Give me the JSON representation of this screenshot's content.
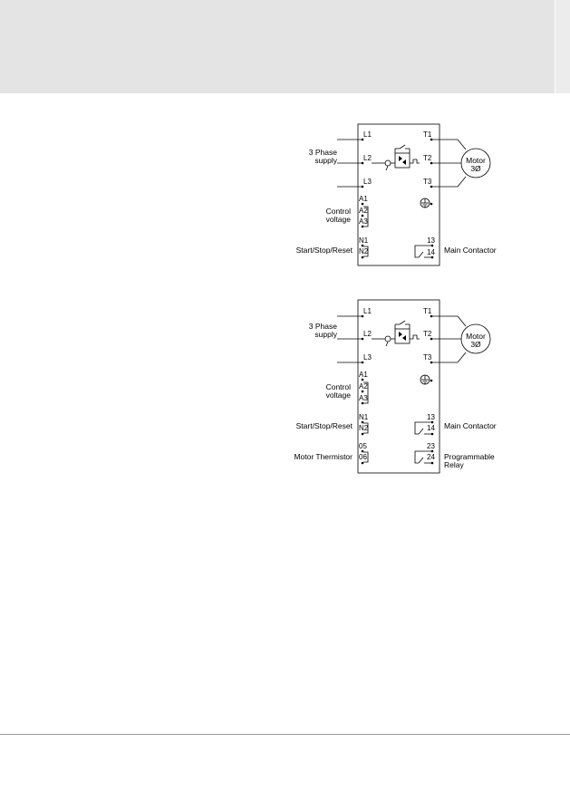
{
  "diagram1": {
    "supply_label": [
      "3 Phase",
      "supply"
    ],
    "control_label": [
      "Control",
      "voltage"
    ],
    "start_label": "Start/Stop/Reset",
    "main_contactor": "Main Contactor",
    "motor": [
      "Motor",
      "3Ø"
    ],
    "terminals": {
      "L1": "L1",
      "L2": "L2",
      "L3": "L3",
      "T1": "T1",
      "T2": "T2",
      "T3": "T3",
      "A1": "A1",
      "A2": "A2",
      "A3": "A3",
      "N1": "N1",
      "N2": "N2",
      "t13": "13",
      "t14": "14"
    }
  },
  "diagram2": {
    "supply_label": [
      "3 Phase",
      "supply"
    ],
    "control_label": [
      "Control",
      "voltage"
    ],
    "start_label": "Start/Stop/Reset",
    "main_contactor": "Main Contactor",
    "thermistor_label": "Motor Thermistor",
    "relay_label": [
      "Programmable",
      "Relay"
    ],
    "motor": [
      "Motor",
      "3Ø"
    ],
    "terminals": {
      "L1": "L1",
      "L2": "L2",
      "L3": "L3",
      "T1": "T1",
      "T2": "T2",
      "T3": "T3",
      "A1": "A1",
      "A2": "A2",
      "A3": "A3",
      "N1": "N1",
      "N2": "N2",
      "t13": "13",
      "t14": "14",
      "t05": "05",
      "t06": "06",
      "t23": "23",
      "t24": "24"
    }
  }
}
